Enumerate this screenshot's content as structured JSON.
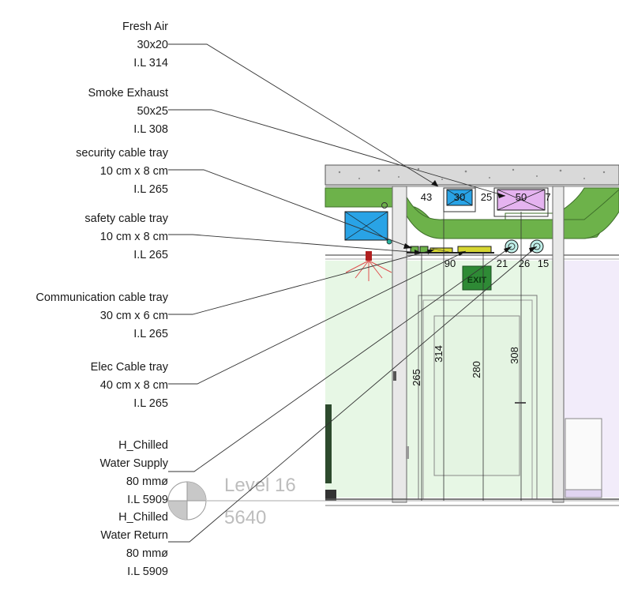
{
  "callouts": [
    {
      "name": "fresh-air",
      "lines": [
        "Fresh Air",
        "30x20",
        "I.L 314"
      ]
    },
    {
      "name": "smoke-exhaust",
      "lines": [
        "Smoke Exhaust",
        "50x25",
        "I.L 308"
      ]
    },
    {
      "name": "security-cable-tray",
      "lines": [
        "security cable tray",
        "10 cm x 8 cm",
        "I.L 265"
      ]
    },
    {
      "name": "safety-cable-tray",
      "lines": [
        "safety cable tray",
        "10 cm x 8 cm",
        "I.L 265"
      ]
    },
    {
      "name": "communication-cable-tray",
      "lines": [
        "Communication cable tray",
        "30 cm x 6 cm",
        "I.L 265"
      ]
    },
    {
      "name": "elec-cable-tray",
      "lines": [
        "Elec Cable tray",
        "40 cm x 8 cm",
        "I.L 265"
      ]
    },
    {
      "name": "chilled-water-supply",
      "lines": [
        "H_Chilled",
        "Water Supply",
        "80 mmø",
        "I.L 5909"
      ]
    },
    {
      "name": "chilled-water-return",
      "lines": [
        "H_Chilled",
        "Water Return",
        "80 mmø",
        "I.L 5909"
      ]
    }
  ],
  "level": {
    "name": "Level 16",
    "elevation": "5640"
  },
  "dimensions": {
    "d43": "43",
    "d30": "30",
    "d25": "25",
    "d50": "50",
    "d7": "7",
    "d90": "90",
    "d21": "21",
    "d26": "26",
    "d15": "15",
    "d265": "265",
    "d314": "314",
    "d280": "280",
    "d308": "308"
  },
  "colors": {
    "duct_green": "#6db24a",
    "fresh_air_blue": "#29a3e6",
    "smoke_pink": "#e5b3f0",
    "tray_yellow": "#d6d632",
    "room_tint": "#e7f7e5",
    "slab_gray": "#d9d9d9",
    "exit_sign": "#2e8a35"
  },
  "exit_sign_text": "EXIT"
}
